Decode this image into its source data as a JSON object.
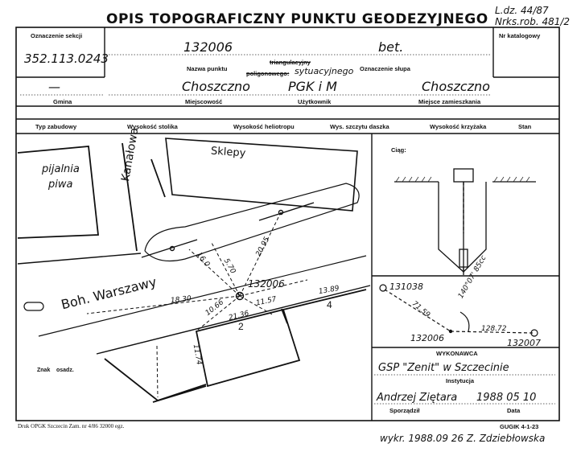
{
  "form": {
    "title": "OPIS TOPOGRAFICZNY PUNKTU GEODEZYJNEGO",
    "corner_ref_line1": "L.dz. 44/87",
    "corner_ref_line2": "Nrks.rob. 481/2",
    "sheet_label": "Oznaczenie sekcji",
    "sheet_value": "352.113.0243",
    "catalog_label": "Nr katalogowy"
  },
  "point": {
    "number": "132006",
    "marker_type": "bet.",
    "label_name": "Nazwa punktu",
    "type_option1": "triangulacyjny",
    "type_option2": "poligonowego:",
    "type_selected": "sytuacyjnego",
    "label_post": "Oznaczenie słupa"
  },
  "location": {
    "gmina_value": "—",
    "gmina_label": "Gmina",
    "town_value": "Choszczno",
    "town_label": "Miejscowość",
    "user_value": "PGK i M",
    "user_label": "Użytkownik",
    "residence_value": "Choszczno",
    "residence_label": "Miejsce zamieszkania"
  },
  "columns": [
    "Typ zabudowy",
    "Wysokość stolika",
    "Wysokość heliotropu",
    "Wys. szczytu daszka",
    "Wysokość krzyżaka",
    "Stan"
  ],
  "map": {
    "building_label_1": "pijalnia",
    "building_label_2": "piwa",
    "street_1": "Kanałowa",
    "street_2": "Boh. Warszawy",
    "shop_label": "Sklepy",
    "point_label": "132006",
    "marker_label_1": "Znak",
    "marker_label_2": "osadz.",
    "dist_1": "18.30",
    "dist_2": "16.0",
    "dist_3": "5.70",
    "dist_4": "20.95",
    "dist_5": "11.57",
    "dist_6": "13.89",
    "dist_7": "10.66",
    "dist_8": "21.36",
    "dist_9": "11.74",
    "house_2": "2",
    "house_4": "4"
  },
  "ciag": {
    "label": "Ciąg:",
    "point_a": "131038",
    "point_b": "132006",
    "point_c": "132007",
    "dist_ab": "71.59",
    "angle": "140°07' 85cc",
    "dist_bc": "128.72"
  },
  "execution": {
    "label": "WYKONAWCA",
    "company": "GSP \"Zenit\" w Szczecinie",
    "institution_label": "Instytucja",
    "author": "Andrzej Ziętara",
    "date": "1988 05 10",
    "author_label": "Sporządził",
    "date_label": "Data"
  },
  "footer": {
    "print_note": "Druk OPGK Szczecin Zam. nr 4/86  32000 egz.",
    "form_code": "GUGIK 4-1-23",
    "executed_note": "wykr. 1988.09 26  Z. Zdziebłowska"
  }
}
